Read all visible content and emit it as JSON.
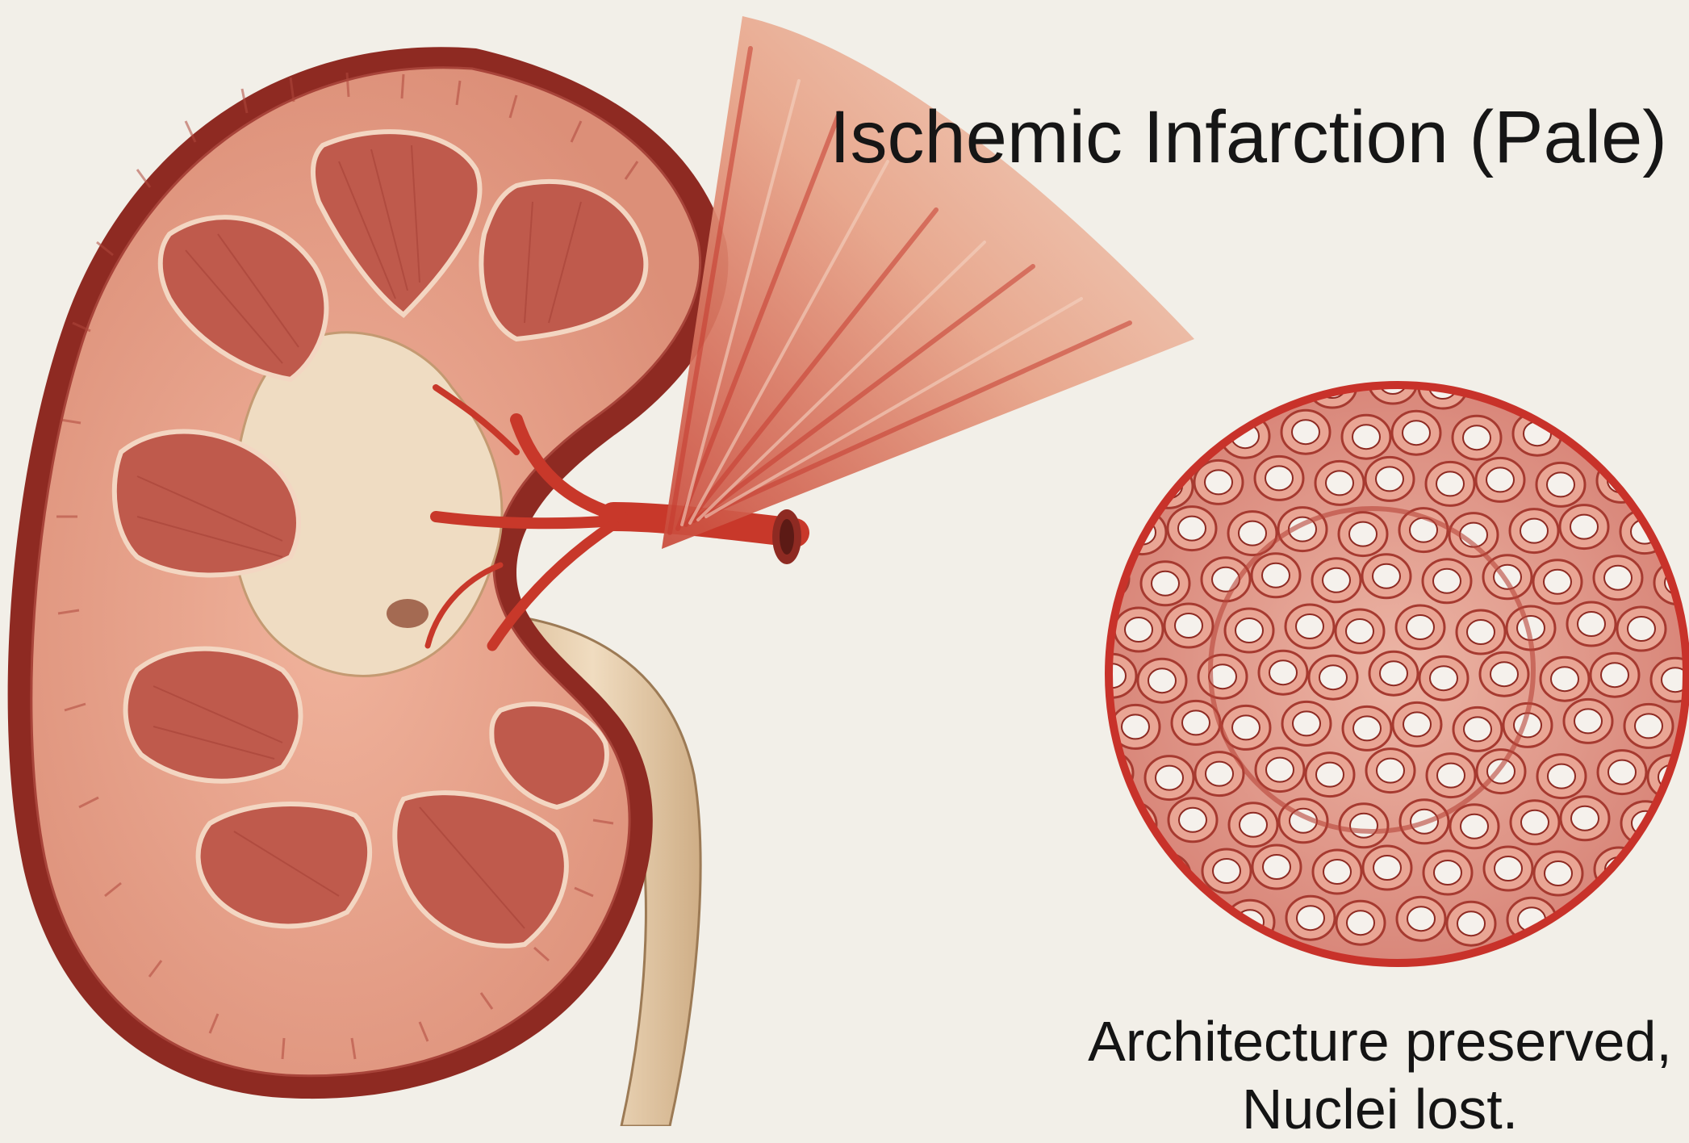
{
  "figure": {
    "title": "Ischemic Infarction (Pale)",
    "caption_line_1": "Architecture preserved,",
    "caption_line_2": "Nuclei lost."
  },
  "palette": {
    "background": "#f2efe8",
    "capsule": "#8e2a22",
    "cortex": "#e6a08a",
    "pyramid": "#bf5a4c",
    "sinus": "#efdcc2",
    "artery": "#c8382a",
    "infarct_wedge": "#e9aa8f",
    "micrograph_ring": "#c8322a",
    "cell_fill": "#f5f1ec"
  },
  "icons": {
    "organ": "kidney-cross-section-illustration",
    "lesion": "wedge-shaped-infarct",
    "inset": "histology-micrograph-circle"
  }
}
